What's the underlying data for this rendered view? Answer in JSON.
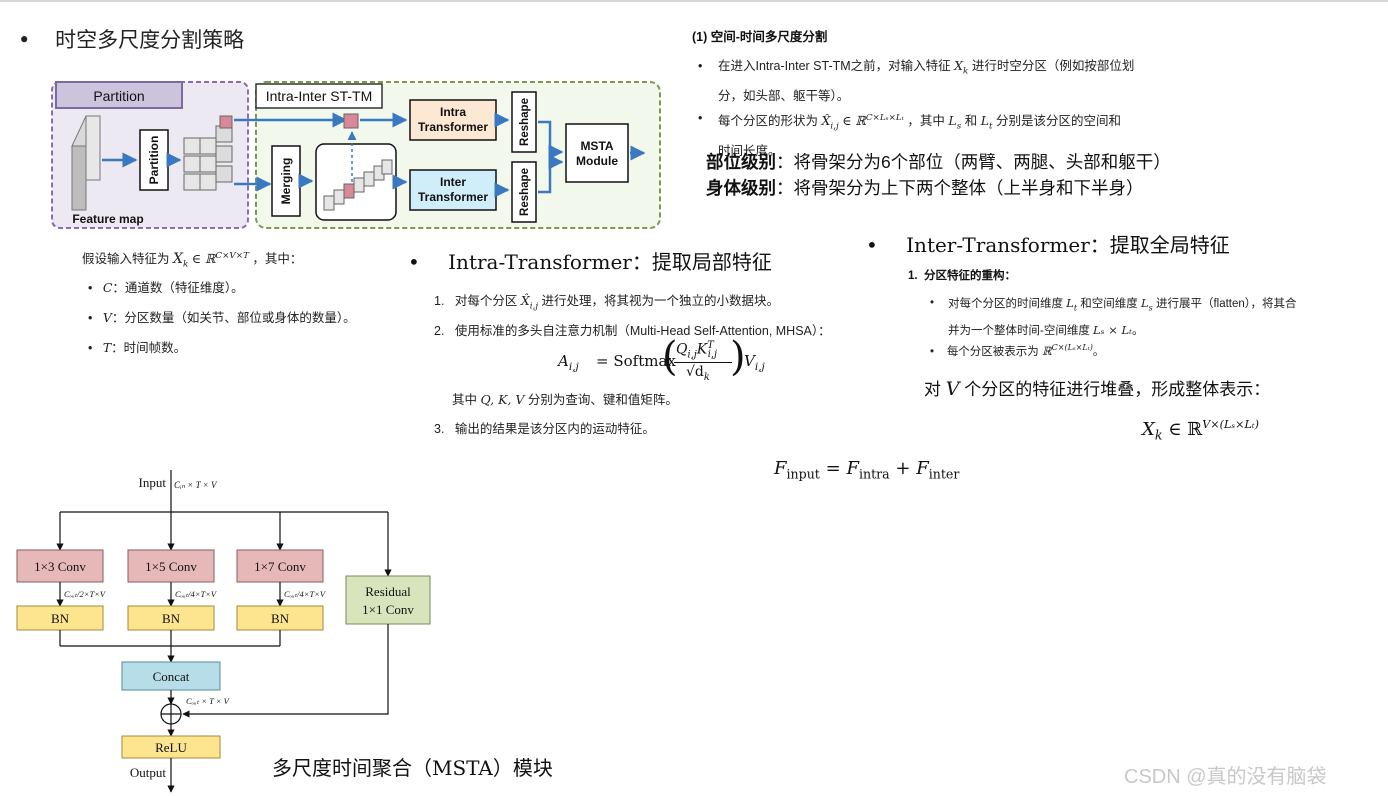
{
  "page": {
    "bullet_char": "•",
    "section_title_main": "时空多尺度分割策略",
    "watermark": "CSDN @真的没有脑袋"
  },
  "diagram_top": {
    "partition_label": "Partition",
    "partition_box": "Partition",
    "feature_map": "Feature map",
    "intra_inter_label": "Intra-Inter ST-TM",
    "merging": "Merging",
    "intra_transformer": [
      "Intra",
      "Transformer"
    ],
    "inter_transformer": [
      "Inter",
      "Transformer"
    ],
    "reshape": "Reshape",
    "msta_module": [
      "MSTA",
      "Module"
    ],
    "colors": {
      "partition_bg": "#ece9f3",
      "partition_border": "#8c6bb1",
      "stm_bg": "#f3f8ec",
      "stm_border": "#7a9a4c",
      "intra_box": "#fde8d4",
      "inter_box": "#cfeefa",
      "cube_pink": "#d9889a",
      "arrow": "#3b78c2"
    }
  },
  "top_right": {
    "heading": "(1) 空间-时间多尺度分割",
    "bullet1_a": "在进入Intra-Inter ST-TM之前，对输入特征",
    "bullet1_math": "X",
    "bullet1_sub": "k",
    "bullet1_b": "进行时空分区（例如按部位划",
    "bullet1_c": "分，如头部、躯干等）。",
    "bullet2_a": "每个分区的形状为",
    "bullet2_math": "X̂",
    "bullet2_sub": "i,j",
    "bullet2_in": "∈ ℝ",
    "bullet2_sup": "C×Lₛ×Lₜ",
    "bullet2_b": "，其中",
    "bullet2_ls": "L",
    "bullet2_ls_sub": "s",
    "bullet2_and": "和",
    "bullet2_lt": "L",
    "bullet2_lt_sub": "t",
    "bullet2_c": "分别是该分区的空间和",
    "bullet2_d": "时间长度。",
    "level1_label": "部位级别",
    "level1_text": "：将骨架分为6个部位（两臂、两腿、头部和躯干）",
    "level2_label": "身体级别",
    "level2_text": "：将骨架分为上下两个整体（上半身和下半身）"
  },
  "left_defs": {
    "intro_a": "假设输入特征为",
    "intro_math": "X",
    "intro_sub": "k",
    "intro_in": "∈ ℝ",
    "intro_sup": "C×V×T",
    "intro_b": "，其中：",
    "items": [
      {
        "sym": "C",
        "text": "：通道数（特征维度）。"
      },
      {
        "sym": "V",
        "text": "：分区数量（如关节、部位或身体的数量）。"
      },
      {
        "sym": "T",
        "text": "：时间帧数。"
      }
    ]
  },
  "intra": {
    "title": "Intra-Transformer：提取局部特征",
    "step1_num": "1.",
    "step1_a": "对每个分区",
    "step1_math": "X̂",
    "step1_sub": "i,j",
    "step1_b": "进行处理，将其视为一个独立的小数据块。",
    "step2_num": "2.",
    "step2": "使用标准的多头自注意力机制（Multi-Head Self-Attention, MHSA）：",
    "formula_lhs": "A",
    "formula_lhs_sub": "i,j",
    "formula_eq": "= Softmax",
    "formula_num": "Q",
    "formula_num_sub": "i,j",
    "formula_k": "K",
    "formula_k_sub": "i,j",
    "formula_k_sup": "T",
    "formula_den": "√d",
    "formula_den_sub": "k",
    "formula_v": "V",
    "formula_v_sub": "i,j",
    "where_a": "其中",
    "where_math": "Q, K, V",
    "where_b": "分别为查询、键和值矩阵。",
    "step3_num": "3.",
    "step3": "输出的结果是该分区内的运动特征。"
  },
  "inter": {
    "title": "Inter-Transformer：提取全局特征",
    "sub_num": "1.",
    "sub_title": "分区特征的重构：",
    "b1_a": "对每个分区的时间维度",
    "b1_lt": "L",
    "b1_lt_sub": "t",
    "b1_b": "和空间维度",
    "b1_ls": "L",
    "b1_ls_sub": "s",
    "b1_c": "进行展平（flatten），将其合",
    "b1_d": "并为一个整体时间-空间维度",
    "b1_e": "Lₛ × Lₜ",
    "b1_f": "。",
    "b2_a": "每个分区被表示为",
    "b2_math": "ℝ",
    "b2_sup": "C×(Lₛ×Lₜ)",
    "b2_b": "。",
    "stack_a": "对",
    "stack_math": "V",
    "stack_b": "个分区的特征进行堆叠，形成整体表示：",
    "xk": "X",
    "xk_sub": "k",
    "xk_in": "∈ ℝ",
    "xk_sup": "V×(Lₛ×Lₜ)",
    "f_lhs": "F",
    "f_lhs_sub": "input",
    "f_eq": "=",
    "f_a": "F",
    "f_a_sub": "intra",
    "f_plus": "+",
    "f_b": "F",
    "f_b_sub": "inter"
  },
  "msta": {
    "input": "Input",
    "input_dim": "Cᵢₙ × T × V",
    "conv": [
      "1×3  Conv",
      "1×5  Conv",
      "1×7  Conv"
    ],
    "conv_dims": [
      "Cₒᵤₜ/2×T×V",
      "Cₒᵤₜ/4×T×V",
      "Cₒᵤₜ/4×T×V"
    ],
    "bn": "BN",
    "residual": [
      "Residual",
      "1×1 Conv"
    ],
    "concat": "Concat",
    "concat_dim": "Cₒᵤₜ × T × V",
    "relu": "ReLU",
    "output": "Output",
    "caption": "多尺度时间聚合（MSTA）模块",
    "colors": {
      "conv": "#e6b9b8",
      "bn": "#fde58f",
      "concat": "#b7dde8",
      "relu": "#fde58f",
      "residual": "#d8e4bc"
    }
  }
}
